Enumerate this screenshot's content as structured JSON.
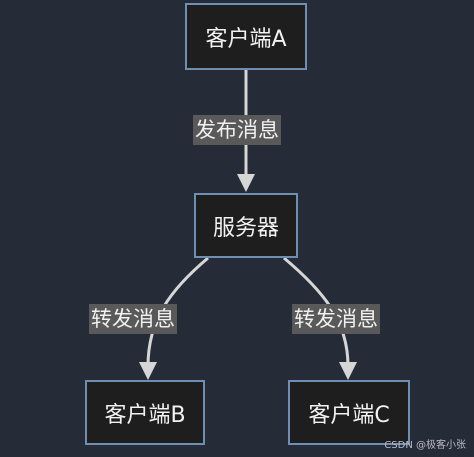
{
  "nodes": {
    "client_a": "客户端A",
    "server": "服务器",
    "client_b": "客户端B",
    "client_c": "客户端C"
  },
  "edges": {
    "a_to_server": "发布消息",
    "server_to_b": "转发消息",
    "server_to_c": "转发消息"
  },
  "watermark": "CSDN @极客小张",
  "colors": {
    "background": "#262b38",
    "node_fill": "#1e1e1e",
    "node_border": "#6e8fb3",
    "edge": "#d6d6d6",
    "label_bg": "#595959"
  }
}
